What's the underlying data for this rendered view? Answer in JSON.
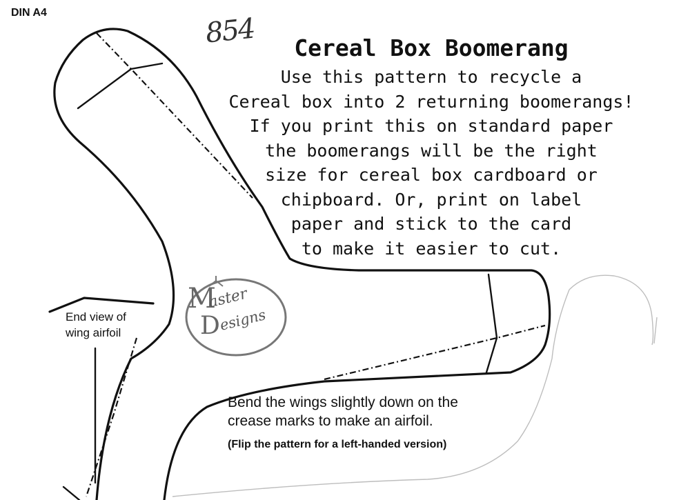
{
  "header": {
    "paper_size": "DIN A4",
    "sheet_number": "854"
  },
  "title": "Cereal Box Boomerang",
  "intro_lines": [
    "Use this pattern to recycle a",
    "Cereal box into 2 returning boomerangs!",
    "If you print this on standard paper",
    "the boomerangs will be the right",
    "size for cereal box cardboard or",
    "chipboard. Or, print on label",
    "paper and stick to the card",
    "to make it easier to cut."
  ],
  "logo": {
    "text_m": "M",
    "text_aster": "aster",
    "text_d": "D",
    "text_esigns": "esigns",
    "icon": "hanger-icon"
  },
  "airfoil_label": {
    "line1": "End view of",
    "line2": "wing airfoil"
  },
  "instructions": {
    "line1": "Bend the wings slightly down on the",
    "line2": "crease marks to make an airfoil.",
    "note": "(Flip the pattern for a left-handed version)"
  },
  "colors": {
    "ink": "#111111",
    "logo_gray": "#666666"
  }
}
